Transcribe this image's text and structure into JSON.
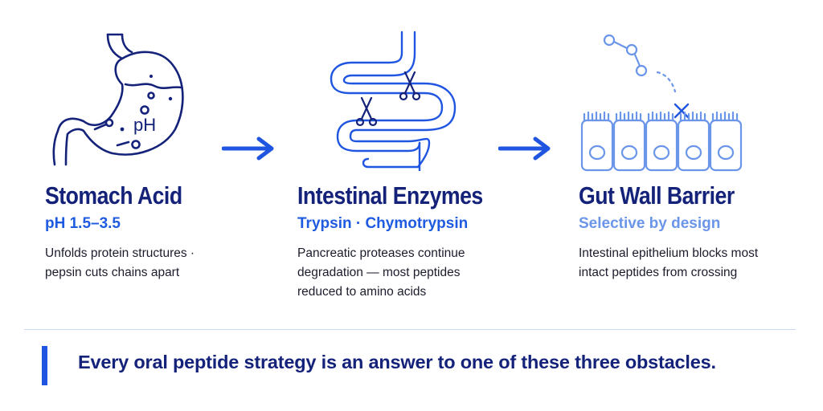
{
  "colors": {
    "navy": "#14227a",
    "blue": "#1f5be0",
    "light_blue": "#6a95e8",
    "divider": "#c9d7f2"
  },
  "stages": [
    {
      "icon": "stomach-icon",
      "icon_label": "pH",
      "title": "Stomach Acid",
      "subtitle": "pH 1.5–3.5",
      "description": "Unfolds protein structures ·\npepsin cuts chains apart"
    },
    {
      "icon": "intestine-scissors-icon",
      "title": "Intestinal Enzymes",
      "subtitle": "Trypsin · Chymotrypsin",
      "description": "Pancreatic proteases continue\ndegradation — most peptides\nreduced to amino acids"
    },
    {
      "icon": "epithelium-barrier-icon",
      "title": "Gut Wall Barrier",
      "subtitle": "Selective by design",
      "description": "Intestinal epithelium blocks most\nintact peptides from crossing"
    }
  ],
  "arrows": [
    "arrow-right-icon",
    "arrow-right-icon"
  ],
  "tagline": "Every oral peptide strategy is an answer to one of these three obstacles."
}
